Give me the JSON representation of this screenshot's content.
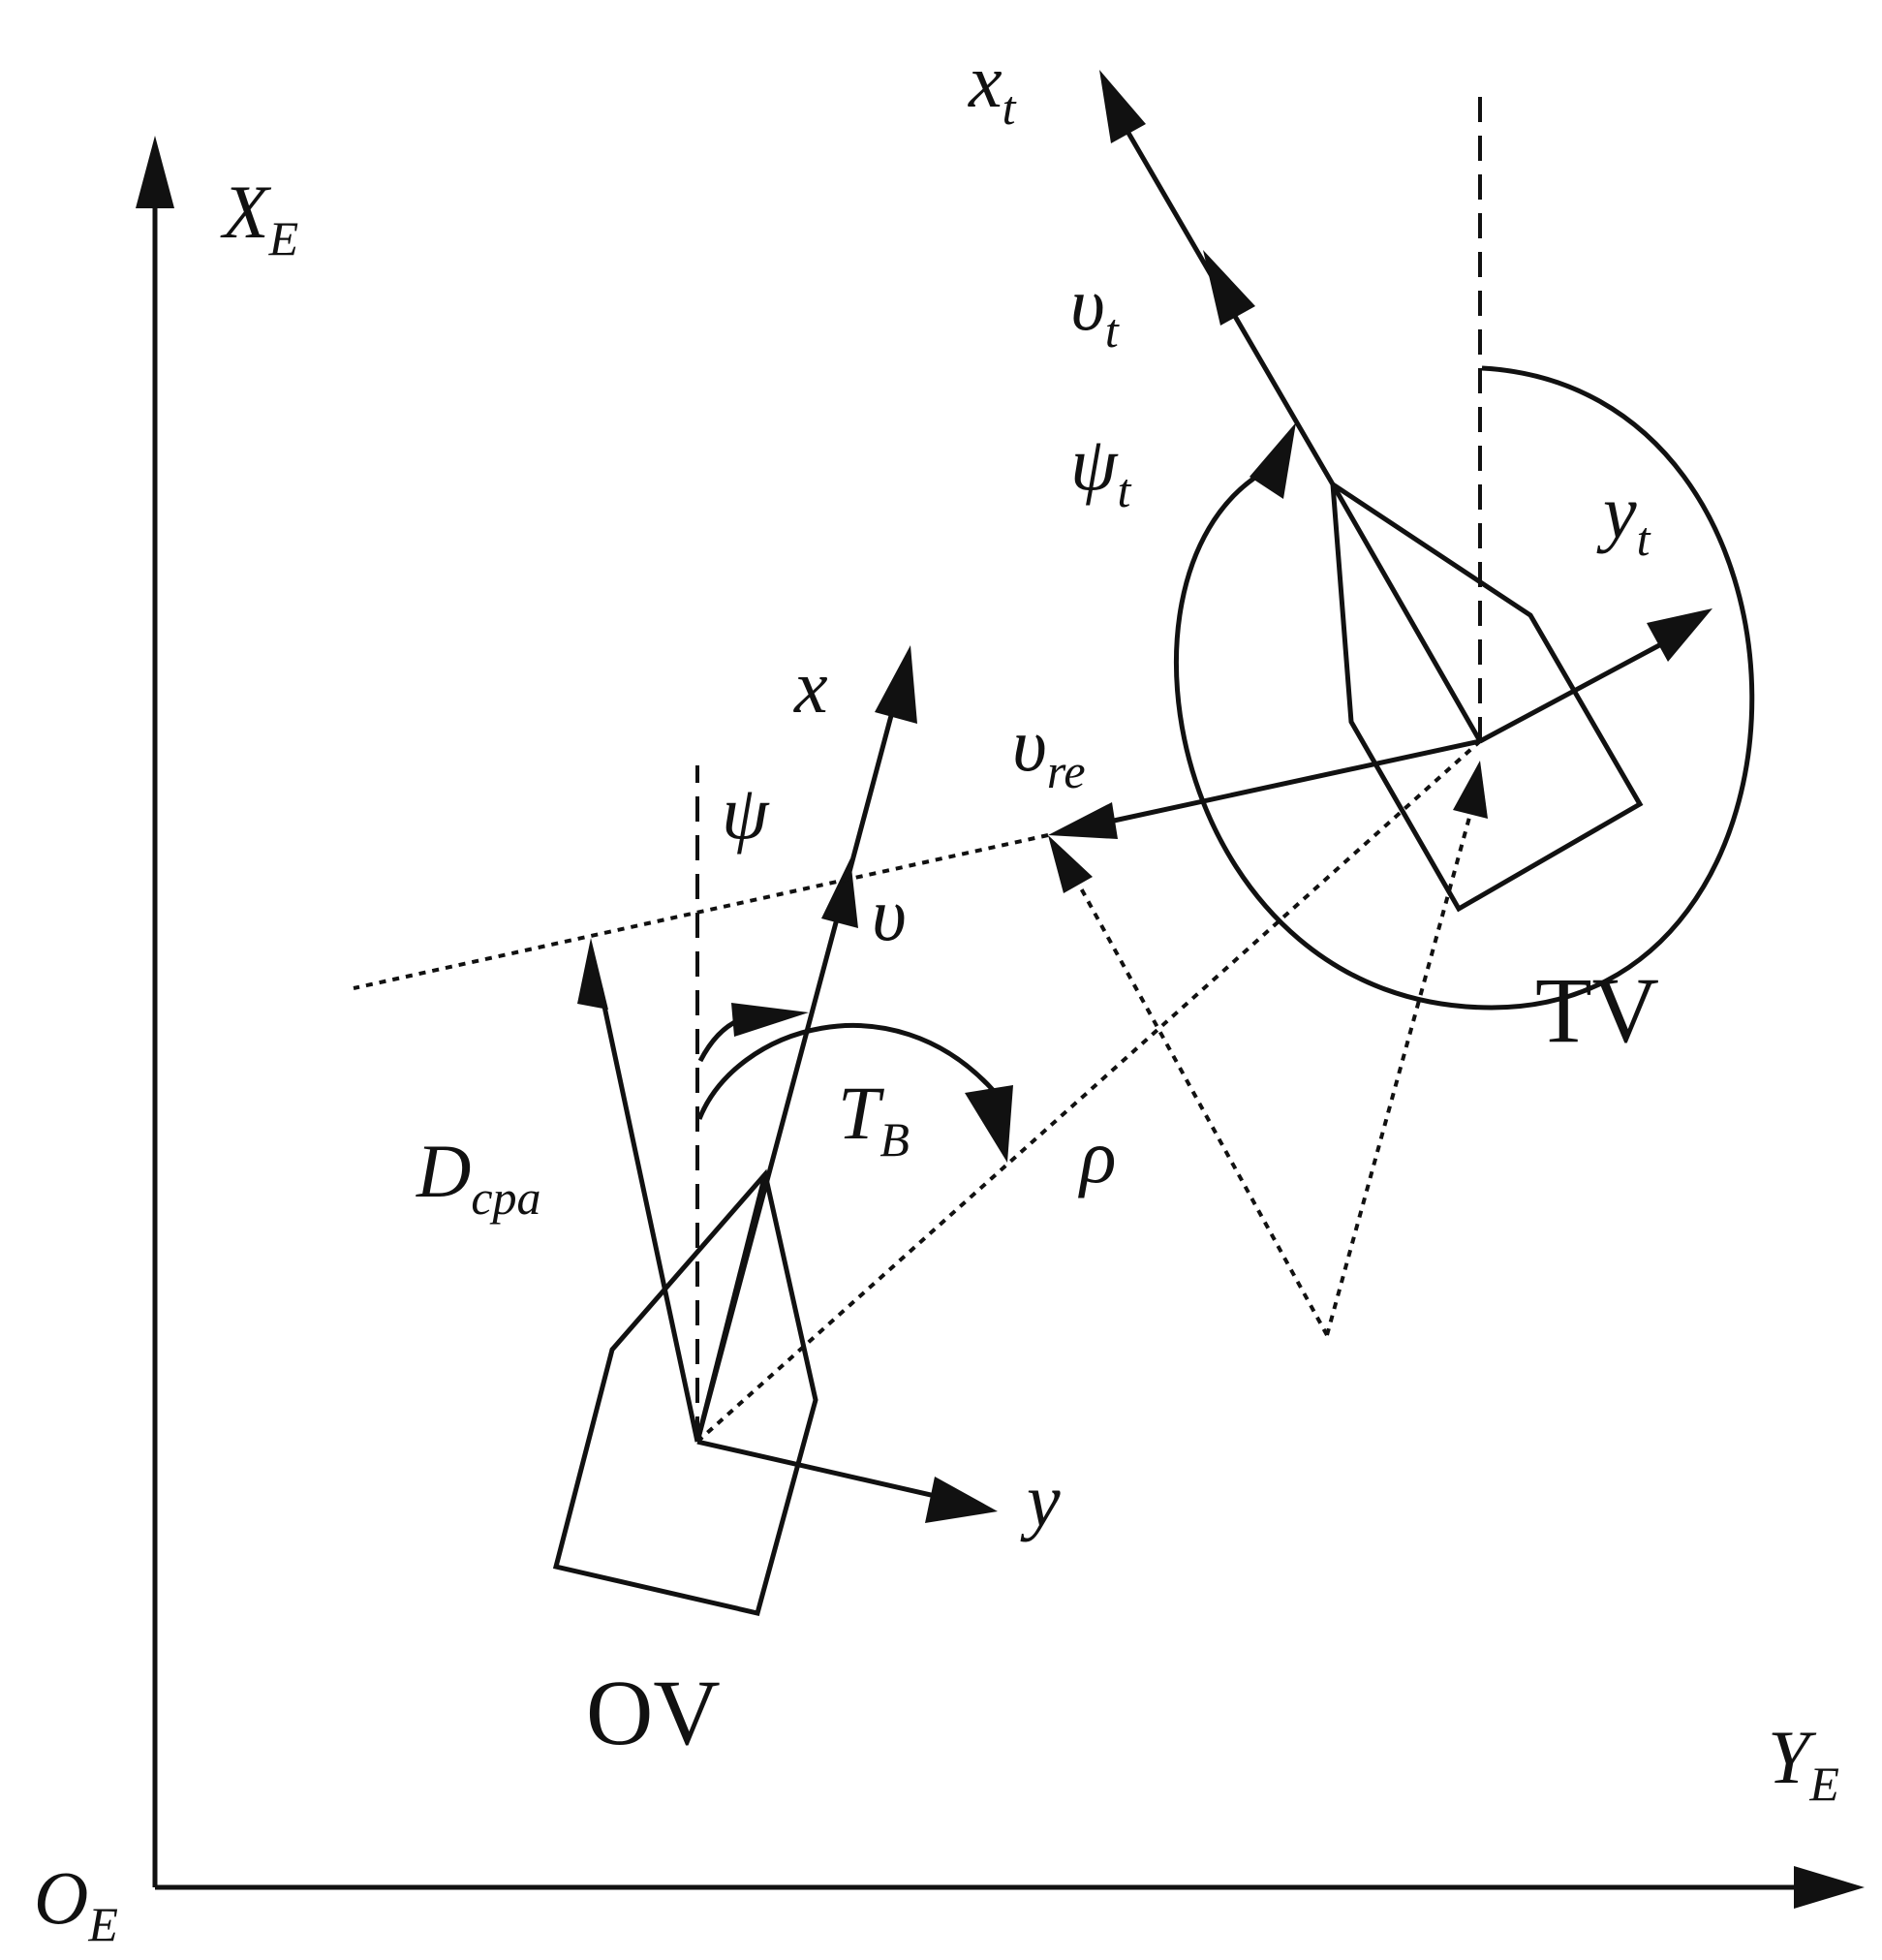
{
  "axes": {
    "origin": {
      "main": "O",
      "sub": "E"
    },
    "vertical": {
      "main": "X",
      "sub": "E"
    },
    "horizontal": {
      "main": "Y",
      "sub": "E"
    }
  },
  "own_vessel": {
    "caption": "OV",
    "x_axis": "x",
    "y_axis": "y",
    "heading": "ψ",
    "speed": "υ"
  },
  "target_vessel": {
    "caption": "TV",
    "x_axis": {
      "main": "x",
      "sub": "t"
    },
    "y_axis": {
      "main": "y",
      "sub": "t"
    },
    "heading": {
      "main": "ψ",
      "sub": "t"
    },
    "speed": {
      "main": "υ",
      "sub": "t"
    }
  },
  "relative": {
    "speed": {
      "main": "υ",
      "sub": "re"
    },
    "bearing": {
      "main": "T",
      "sub": "B"
    },
    "distance": "ρ",
    "dcpa": {
      "main": "D",
      "sub": "cpa"
    }
  }
}
